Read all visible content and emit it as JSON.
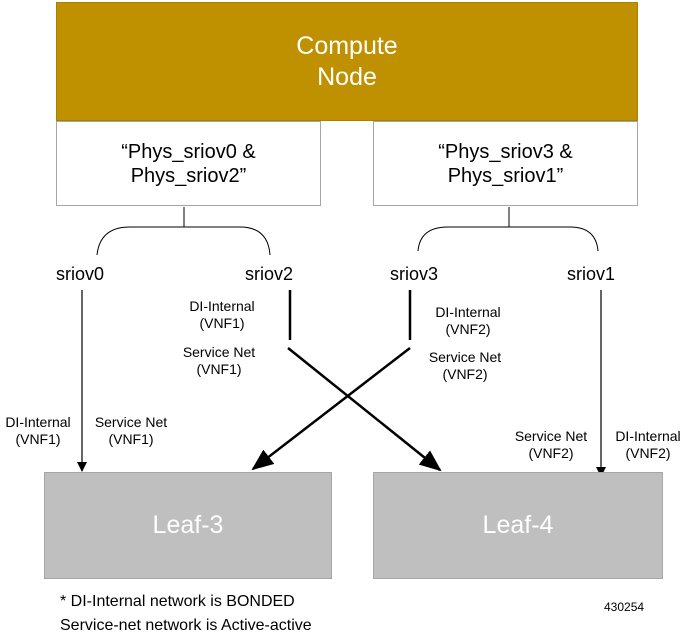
{
  "compute_node": {
    "line1": "Compute",
    "line2": "Node"
  },
  "groups": [
    {
      "line1": "“Phys_sriov0 &",
      "line2": "Phys_sriov2”"
    },
    {
      "line1": "“Phys_sriov3 &",
      "line2": "Phys_sriov1”"
    }
  ],
  "ports": {
    "sriov0": "sriov0",
    "sriov2": "sriov2",
    "sriov3": "sriov3",
    "sriov1": "sriov1"
  },
  "links": {
    "sriov0_di": {
      "line1": "DI-Internal",
      "line2": "(VNF1)"
    },
    "sriov0_sn": {
      "line1": "Service Net",
      "line2": "(VNF1)"
    },
    "sriov2_di": {
      "line1": "DI-Internal",
      "line2": "(VNF1)"
    },
    "sriov2_sn": {
      "line1": "Service Net",
      "line2": "(VNF1)"
    },
    "sriov3_di": {
      "line1": "DI-Internal",
      "line2": "(VNF2)"
    },
    "sriov3_sn": {
      "line1": "Service Net",
      "line2": "(VNF2)"
    },
    "sriov1_sn": {
      "line1": "Service Net",
      "line2": "(VNF2)"
    },
    "sriov1_di": {
      "line1": "DI-Internal",
      "line2": "(VNF2)"
    }
  },
  "leaves": {
    "leaf3": "Leaf-3",
    "leaf4": "Leaf-4"
  },
  "notes": {
    "line1": "* DI-Internal network is BONDED",
    "line2": "Service-net network is Active-active"
  },
  "figure_id": "430254"
}
